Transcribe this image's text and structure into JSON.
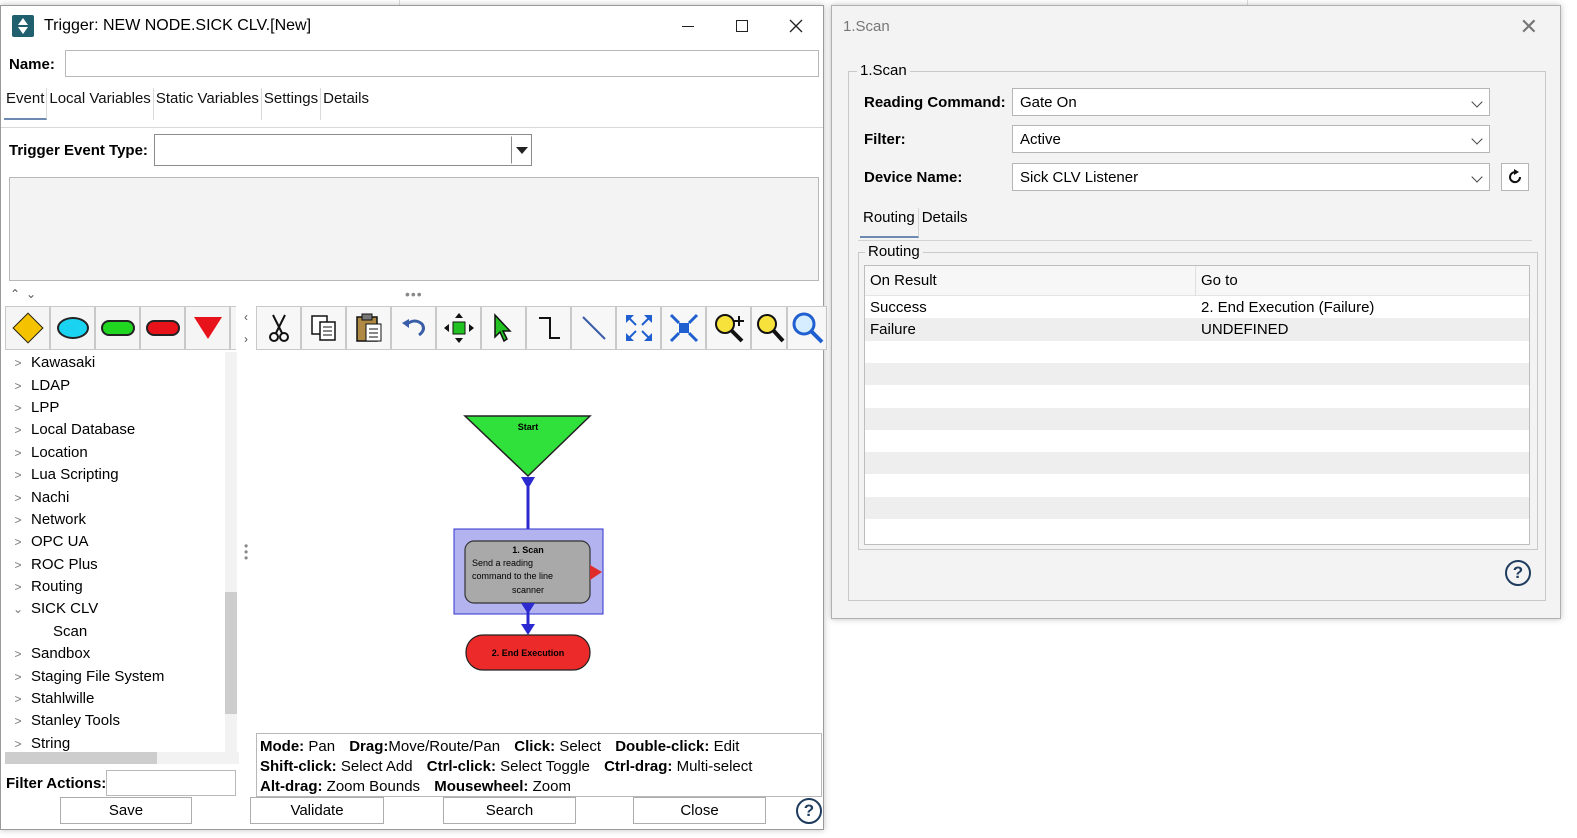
{
  "left_window": {
    "title": "Trigger: NEW NODE.SICK CLV.[New]",
    "name_label": "Name:",
    "name_value": "",
    "tabs": [
      {
        "label": "Event",
        "active": true
      },
      {
        "label": "Local Variables",
        "active": false
      },
      {
        "label": "Static Variables",
        "active": false
      },
      {
        "label": "Settings",
        "active": false
      },
      {
        "label": "Details",
        "active": false
      }
    ],
    "trigger_event_type_label": "Trigger Event Type:",
    "trigger_event_type_value": "",
    "shape_palette": [
      "decision-diamond",
      "ellipse",
      "green-pill",
      "red-pill",
      "red-triangle"
    ],
    "tool_palette": [
      "cut-icon",
      "copy-icon",
      "paste-icon",
      "undo-icon",
      "move-icon",
      "select-icon",
      "route-icon",
      "line-icon",
      "fit-icon",
      "zoom-bounds-icon",
      "zoom-in-icon",
      "zoom-out-icon",
      "zoom-reset-icon"
    ],
    "tree": [
      {
        "label": "Kawasaki",
        "expanded": false
      },
      {
        "label": "LDAP",
        "expanded": false
      },
      {
        "label": "LPP",
        "expanded": false
      },
      {
        "label": "Local Database",
        "expanded": false
      },
      {
        "label": "Location",
        "expanded": false
      },
      {
        "label": "Lua Scripting",
        "expanded": false
      },
      {
        "label": "Nachi",
        "expanded": false
      },
      {
        "label": "Network",
        "expanded": false
      },
      {
        "label": "OPC UA",
        "expanded": false
      },
      {
        "label": "ROC Plus",
        "expanded": false
      },
      {
        "label": "Routing",
        "expanded": false
      },
      {
        "label": "SICK CLV",
        "expanded": true
      },
      {
        "label": "Scan",
        "child": true
      },
      {
        "label": "Sandbox",
        "expanded": false
      },
      {
        "label": "Staging File System",
        "expanded": false
      },
      {
        "label": "Stahlwille",
        "expanded": false
      },
      {
        "label": "Stanley Tools",
        "expanded": false
      },
      {
        "label": "String",
        "expanded": false
      }
    ],
    "flow": {
      "start_label": "Start",
      "scan_title": "1. Scan",
      "scan_desc_lines": [
        "Send a reading",
        "command to the line",
        "scanner"
      ],
      "end_label": "2. End Execution"
    },
    "help_strip": [
      [
        {
          "k": "Mode:",
          "v": "Pan"
        },
        {
          "k": "Drag:",
          "v": "Move/Route/Pan"
        },
        {
          "k": "Click:",
          "v": "Select"
        },
        {
          "k": "Double-click:",
          "v": "Edit"
        }
      ],
      [
        {
          "k": "Shift-click:",
          "v": "Select Add"
        },
        {
          "k": "Ctrl-click:",
          "v": "Select Toggle"
        },
        {
          "k": "Ctrl-drag:",
          "v": "Multi-select"
        }
      ],
      [
        {
          "k": "Alt-drag:",
          "v": "Zoom Bounds"
        },
        {
          "k": "Mousewheel:",
          "v": "Zoom"
        }
      ]
    ],
    "filter_label": "Filter Actions:",
    "filter_value": "",
    "buttons": {
      "save": "Save",
      "validate": "Validate",
      "search": "Search",
      "close": "Close"
    },
    "help_glyph": "?"
  },
  "right_window": {
    "title": "1.Scan",
    "group_title": "1.Scan",
    "reading_command_label": "Reading Command:",
    "reading_command_value": "Gate On",
    "filter_label": "Filter:",
    "filter_value": "Active",
    "device_name_label": "Device Name:",
    "device_name_value": "Sick CLV Listener",
    "tabs": [
      {
        "label": "Routing",
        "active": true
      },
      {
        "label": "Details",
        "active": false
      }
    ],
    "routing_group_title": "Routing",
    "routing_table": {
      "columns": [
        "On Result",
        "Go to"
      ],
      "rows": [
        [
          "Success",
          "2. End Execution (Failure)"
        ],
        [
          "Failure",
          "UNDEFINED"
        ]
      ]
    },
    "help_glyph": "?"
  }
}
